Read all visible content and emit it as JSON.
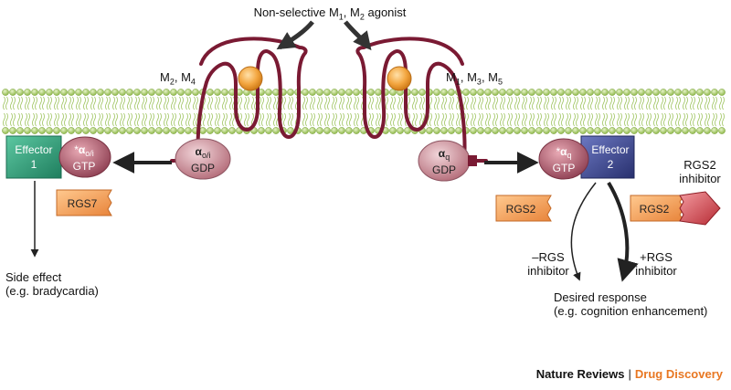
{
  "agonist": {
    "pre": "Non-selective M",
    "sub1": "1",
    "mid": ", M",
    "sub2": "2",
    "post": " agonist"
  },
  "receptor_left": {
    "a": "M",
    "a_sub": "2",
    "mid": ", M",
    "b_sub": "4"
  },
  "receptor_right": {
    "a": "M",
    "a_sub": "1",
    "mid": ", M",
    "b_sub": "3",
    "mid2": ", M",
    "c_sub": "5"
  },
  "effector1": {
    "line1": "Effector",
    "line2": "1"
  },
  "effector2": {
    "line1": "Effector",
    "line2": "2"
  },
  "g_left_gtp": {
    "star": "*",
    "alpha": "α",
    "sub": "o/i",
    "line2": "GTP"
  },
  "g_left_gdp": {
    "alpha": "α",
    "sub": "o/i",
    "line2": "GDP"
  },
  "g_right_gdp": {
    "alpha": "α",
    "sub": "q",
    "line2": "GDP"
  },
  "g_right_gtp": {
    "star": "*",
    "alpha": "α",
    "sub": "q",
    "line2": "GTP"
  },
  "rgs7": "RGS7",
  "rgs2_left": "RGS2",
  "rgs2_right": "RGS2",
  "rgs2_inhibitor": {
    "line1": "RGS2",
    "line2": "inhibitor"
  },
  "side_effect": {
    "line1": "Side effect",
    "line2": "(e.g. bradycardia)"
  },
  "minus_rgs": {
    "line1": "–RGS",
    "line2": "inhibitor"
  },
  "plus_rgs": {
    "line1": "+RGS",
    "line2": "inhibitor"
  },
  "desired": {
    "line1": "Desired response",
    "line2": "(e.g. cognition enhancement)"
  },
  "footer": {
    "publisher": "Nature Reviews",
    "sep": "|",
    "journal": "Drug Discovery"
  },
  "colors": {
    "membrane_head": "#b5d67a",
    "membrane_tail": "#9ec45f",
    "receptor": "#7a1a33",
    "ligand": "#f3a640",
    "effector1": "#2f9a78",
    "effector2": "#3e4a92",
    "g_protein": "#c88a95",
    "rgs": "#f2a35c",
    "inhibitor": "#d2424a",
    "journal": "#e87722"
  }
}
